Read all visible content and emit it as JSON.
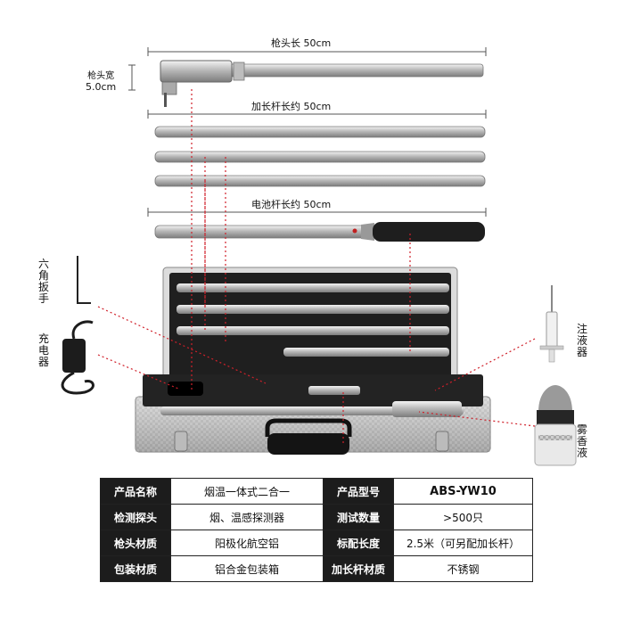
{
  "dimensions": {
    "head_length": "枪头长  50cm",
    "head_width_line1": "枪头宽",
    "head_width_line2": "5.0cm",
    "extension_rod": "加长杆长约 50cm",
    "battery_rod": "电池杆长约 50cm"
  },
  "accessories": {
    "hex_wrench": "六角扳手",
    "charger": "充电器",
    "syringe": "注液器",
    "aerosol": "雾香液"
  },
  "specs": [
    {
      "k1": "产品名称",
      "v1": "烟温一体式二合一",
      "k2": "产品型号",
      "v2": "ABS-YW10"
    },
    {
      "k1": "检测探头",
      "v1": "烟、温感探测器",
      "k2": "测试数量",
      "v2": ">500只"
    },
    {
      "k1": "枪头材质",
      "v1": "阳极化航空铝",
      "k2": "标配长度",
      "v2": "2.5米（可另配加长杆）"
    },
    {
      "k1": "包装材质",
      "v1": "铝合金包装箱",
      "k2": "加长杆材质",
      "v2": "不锈钢"
    }
  ],
  "colors": {
    "table_header_bg": "#1c1c1c",
    "leader_line": "#d0202a",
    "metal": "#c8c8c8",
    "foam": "#1e1e1e"
  }
}
